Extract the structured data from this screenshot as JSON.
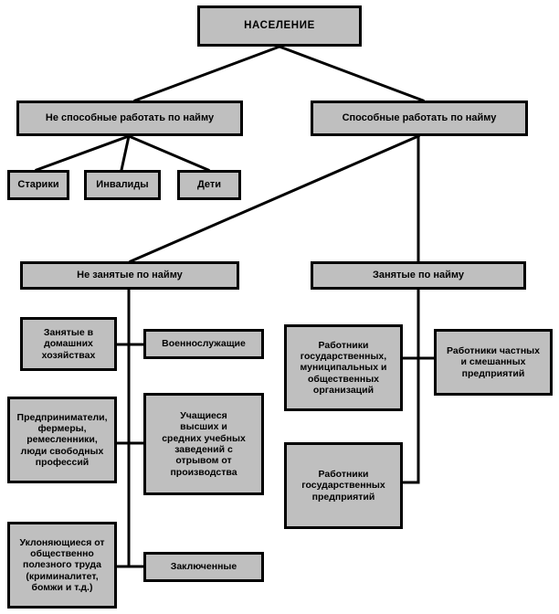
{
  "diagram": {
    "title": "НАСЕЛЕНИЕ",
    "palette": {
      "node_fill": "#bfbfbf",
      "node_border": "#000000",
      "background": "#ffffff",
      "text": "#000000"
    },
    "nodes": {
      "root": {
        "label": "НАСЕЛЕНИЕ"
      },
      "not_able_to_work": {
        "label": "Не способные работать по найму"
      },
      "able_to_work": {
        "label": "Способные работать по найму"
      },
      "elderly": {
        "label": "Старики"
      },
      "disabled": {
        "label": "Инвалиды"
      },
      "children": {
        "label": "Дети"
      },
      "not_employed": {
        "label": "Не занятые по найму"
      },
      "employed": {
        "label": "Занятые по найму"
      },
      "household": {
        "label": "Занятые в\nдомашних\nхозяйствах"
      },
      "military": {
        "label": "Военнослужащие"
      },
      "entrepreneurs": {
        "label": "Предприниматели,\nфермеры,\nремесленники,\nлюди свободных\nпрофессий"
      },
      "students": {
        "label": "Учащиеся\nвысших и\nсредних учебных\nзаведений с\nотрывом от\nпроизводства"
      },
      "avoiding_work": {
        "label": "Уклоняющиеся от\nобщественно\nполезного труда\n(криминалитет,\nбомжи и т.д.)"
      },
      "prisoners": {
        "label": "Заключенные"
      },
      "state_org_workers": {
        "label": "Работники\nгосударственных,\nмуниципальных и\nобщественных\nорганизаций"
      },
      "private_workers": {
        "label": "Работники частных\nи смешанных\nпредприятий"
      },
      "state_enterprise_workers": {
        "label": "Работники\nгосударственных\nпредприятий"
      }
    }
  }
}
